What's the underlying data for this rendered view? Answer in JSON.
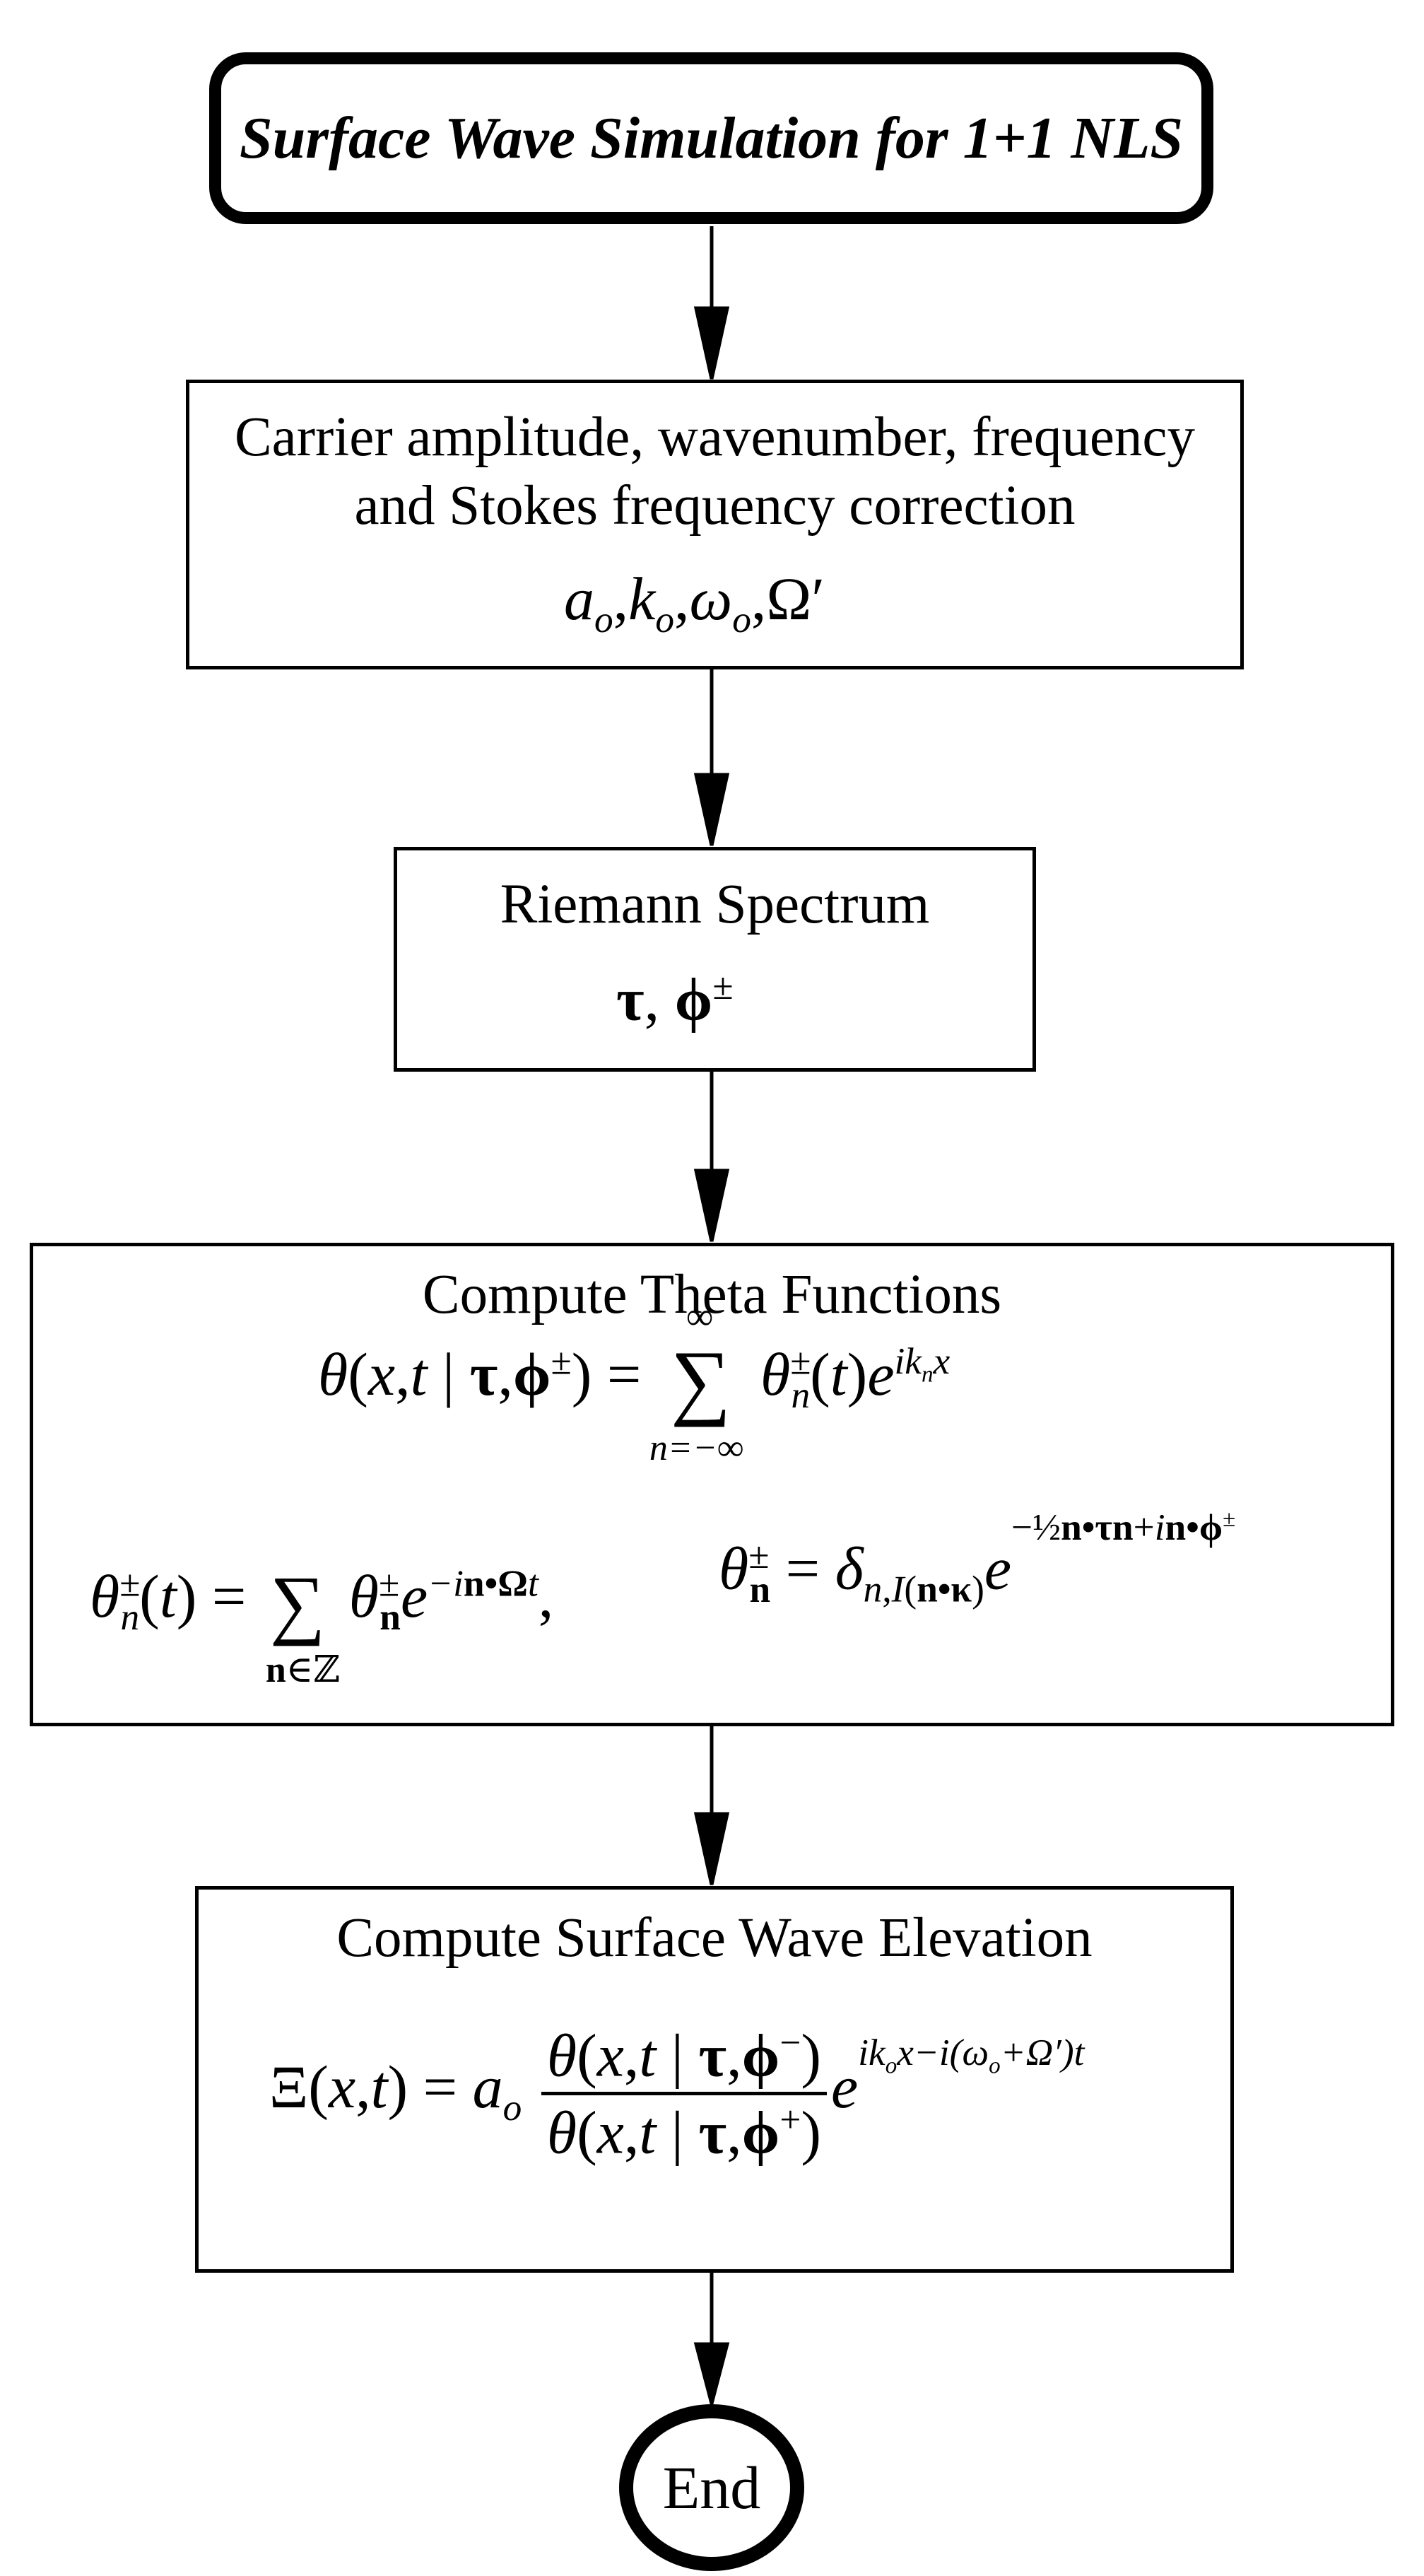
{
  "start": {
    "label": "Surface Wave Simulation for 1+1 NLS"
  },
  "step1": {
    "line1": "Carrier amplitude, wavenumber, frequency",
    "line2": "and Stokes frequency correction",
    "formula": "a_o, k_o, ω_o, Ω′"
  },
  "step2": {
    "title": "Riemann Spectrum",
    "formula": "τ, ϕ^±"
  },
  "step3": {
    "title": "Compute Theta Functions",
    "formula1": "θ(x,t | τ,ϕ^±) = Σ_{n=−∞}^{∞} θ_n^±(t) e^{i k_n x}",
    "formula2": "θ_n^±(t) = Σ_{n∈ℤ} θ_n^± e^{−i n·Ω t},",
    "formula3": "θ_n^± = δ_{n,I(n·κ)} e^{−½ n·τ n + i n·ϕ^±}"
  },
  "step4": {
    "title": "Compute Surface Wave Elevation",
    "formula": "Ξ(x,t) = a_o θ(x,t | τ,ϕ^−) / θ(x,t | τ,ϕ^+) e^{i k_o x − i(ω_o+Ω′)t}"
  },
  "end": {
    "label": "End"
  }
}
